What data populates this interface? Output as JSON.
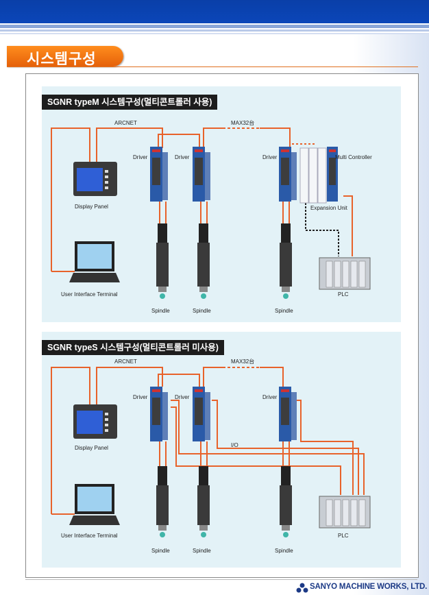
{
  "section_title": "시스템구성",
  "panels": [
    {
      "title": "SGNR typeM 시스템구성(멀티콘트롤러 사용)",
      "arcnet": "ARCNET",
      "max32": "MAX32台",
      "driver": "Driver",
      "display_panel": "Display Panel",
      "user_terminal": "User Interface Terminal",
      "spindle": "Spindle",
      "multi_controller": "Multi Controller",
      "expansion_unit": "Expansion Unit",
      "plc": "PLC"
    },
    {
      "title": "SGNR typeS 시스템구성(멀티콘트롤러 미사용)",
      "arcnet": "ARCNET",
      "max32": "MAX32台",
      "driver": "Driver",
      "display_panel": "Display Panel",
      "user_terminal": "User Interface Terminal",
      "spindle": "Spindle",
      "io": "I/O",
      "plc": "PLC"
    }
  ],
  "footer": {
    "company": "SANYO MACHINE WORKS, LTD."
  },
  "colors": {
    "header_blue": "#0b46b9",
    "tab_orange": "#f07a17",
    "cable_orange": "#e8622a",
    "panel_bg": "#e3f2f7"
  }
}
